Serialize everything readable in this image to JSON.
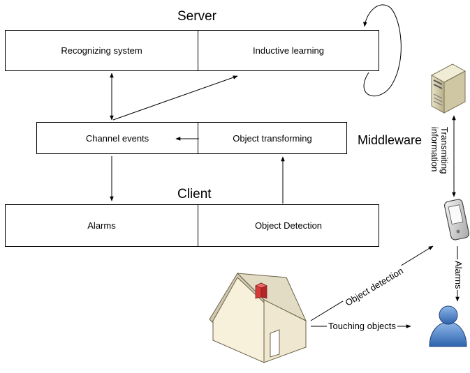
{
  "layers": {
    "server": "Server",
    "middleware": "Middleware",
    "client": "Client"
  },
  "server_box": {
    "left": "Recognizing system",
    "right": "Inductive learning"
  },
  "middleware_box": {
    "left": "Channel events",
    "right": "Object transforming"
  },
  "client_box": {
    "left": "Alarms",
    "right": "Object Detection"
  },
  "edge_labels": {
    "transmitting": "Transmiting information",
    "alarms": "Alarms",
    "object_detection": "Object detection",
    "touching_objects": "Touching objects"
  },
  "icons": [
    "server-computer-icon",
    "pda-device-icon",
    "user-icon",
    "house-icon"
  ]
}
